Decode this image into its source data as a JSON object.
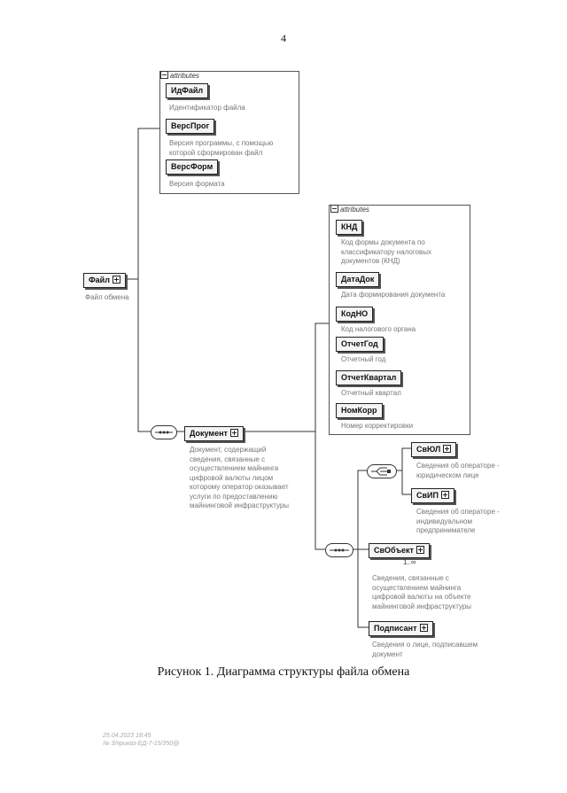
{
  "page_number": "4",
  "attributes_label": "attributes",
  "root": {
    "name": "Файл",
    "desc": "Файл обмена"
  },
  "file_attributes": [
    {
      "name": "ИдФайл",
      "desc": [
        "Идентификатор файла"
      ]
    },
    {
      "name": "ВерсПрог",
      "desc": [
        "Версия программы, с помощью",
        "которой сформирован файл"
      ]
    },
    {
      "name": "ВерсФорм",
      "desc": [
        "Версия формата"
      ]
    }
  ],
  "document": {
    "name": "Документ",
    "desc": [
      "Документ, содержащий",
      "сведения, связанные с",
      "осуществлением майнинга",
      "цифровой валюты лицом",
      "которому оператор оказывает",
      "услуги по предоставлению",
      "майнинговой инфраструктуры"
    ]
  },
  "document_attributes": [
    {
      "name": "КНД",
      "desc": [
        "Код формы документа по",
        "классификатору налоговых",
        "документов (КНД)"
      ]
    },
    {
      "name": "ДатаДок",
      "desc": [
        "Дата формирования документа"
      ]
    },
    {
      "name": "КодНО",
      "desc": [
        "Код налогового органа"
      ]
    },
    {
      "name": "ОтчетГод",
      "desc": [
        "Отчетный год"
      ]
    },
    {
      "name": "ОтчетКвартал",
      "desc": [
        "Отчетный квартал"
      ]
    },
    {
      "name": "НомКорр",
      "desc": [
        "Номер корректировки"
      ]
    }
  ],
  "choice_items": [
    {
      "name": "СвЮЛ",
      "desc": [
        "Сведения об операторе -",
        "юридическом лице"
      ]
    },
    {
      "name": "СвИП",
      "desc": [
        "Сведения об операторе -",
        "индивидуальном",
        "предпринимателе"
      ]
    }
  ],
  "sequence_items": [
    {
      "name": "СвОбъект",
      "multiplicity": "1..∞",
      "desc": [
        "Сведения, связанные с",
        "осуществлением майнинга",
        "цифровой валюты на объекте",
        "майнинговой инфраструктуры"
      ]
    },
    {
      "name": "Подписант",
      "desc": [
        "Сведения о лице, подписавшем",
        "документ"
      ]
    }
  ],
  "caption": "Рисунок 1. Диаграмма структуры файла обмена",
  "stamp": [
    "25.04.2023 18:45",
    "№ 3/приказ-ЕД-7-15/350@"
  ]
}
